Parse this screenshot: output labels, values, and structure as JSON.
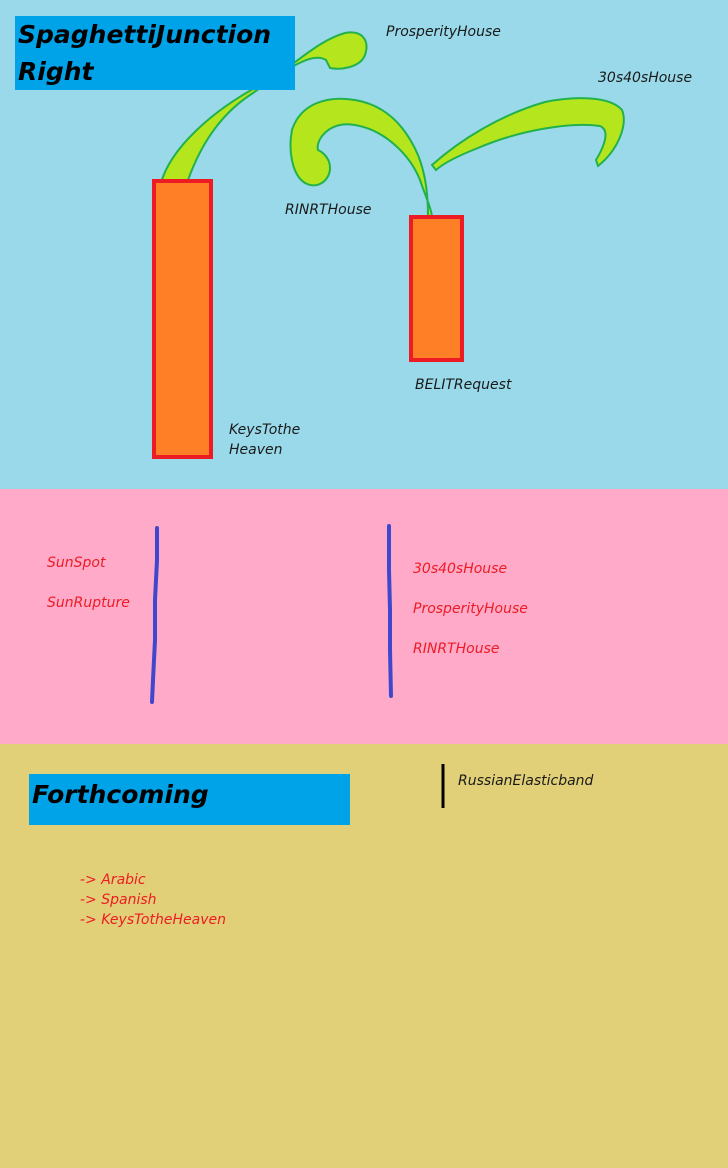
{
  "colors": {
    "sky": "#99d9ea",
    "pink": "#ffaac9",
    "sand": "#e1d077",
    "title_bg": "#00a2e8",
    "pillar_fill": "#ff7f27",
    "pillar_border": "#ed1c24",
    "vine_fill": "#b5e61d",
    "vine_stroke": "#22b14c",
    "divider_blue": "#3f48cc",
    "text_red": "#ed1c24"
  },
  "top": {
    "title_line1": "SpaghettiJunction",
    "title_line2": "Right",
    "labels": {
      "prosperity": "ProsperityHouse",
      "thirties": "30s40sHouse",
      "rinrt": "RINRTHouse",
      "belit": "BELITRequest",
      "keys_line1": "KeysTothe",
      "keys_line2": "Heaven"
    }
  },
  "middle": {
    "left_items": [
      "SunSpot",
      "SunRupture"
    ],
    "right_items": [
      "30s40sHouse",
      "ProsperityHouse",
      "RINRTHouse"
    ]
  },
  "bottom": {
    "title": "Forthcoming",
    "side_note": "RussianElasticband",
    "list": [
      "-> Arabic",
      "-> Spanish",
      "-> KeysTotheHeaven"
    ]
  }
}
